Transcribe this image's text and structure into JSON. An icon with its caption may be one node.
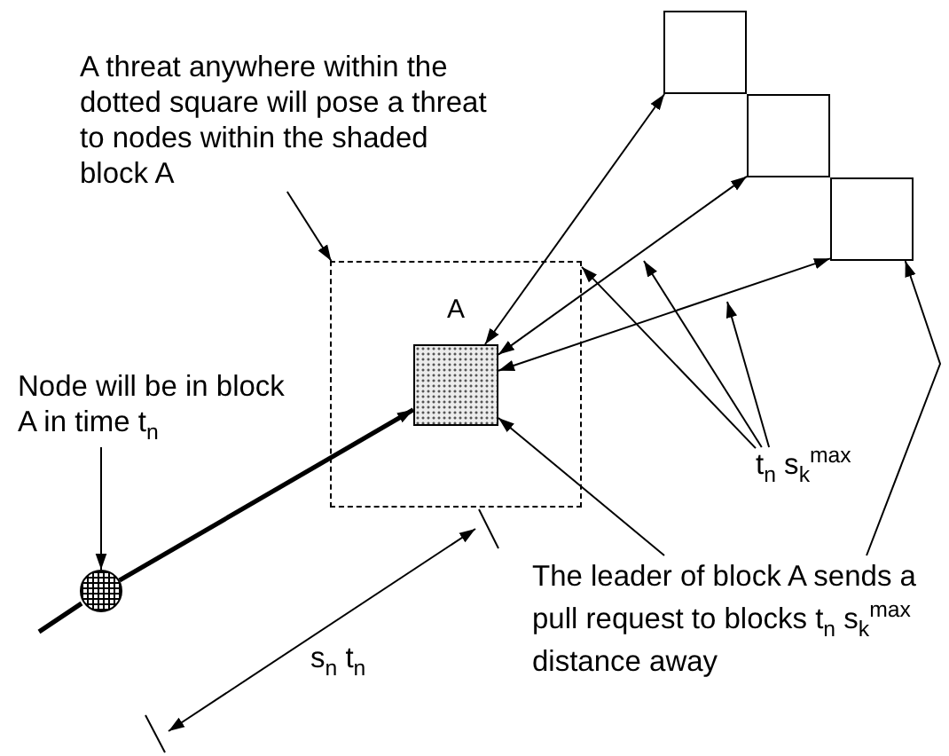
{
  "diagram": {
    "nodes": [
      {
        "text": [
          "A threat anywhere within the dotted square will pose a threat to nodes within the shaded block A"
        ]
      },
      {
        "text": [],
        "shape": "box"
      },
      {
        "text": [
          "A"
        ],
        "in": 1
      },
      {
        "text": [],
        "shape": "box"
      },
      {
        "text": [],
        "shape": "box"
      },
      {
        "text": [],
        "shape": "box"
      },
      {
        "text": [
          "t$_{n}$ s$_{k}$$^{max}$"
        ]
      },
      {
        "text": [
          "Node will be in block A in time t$_{n}$"
        ]
      },
      {
        "text": [],
        "shape": "circle"
      },
      {
        "text": [
          "The leader of block A sends a pull request to blocks t$_{n}$ s$_{k}$$^{max}$ distance away"
        ]
      }
    ],
    "edges": [
      {
        "from": 0,
        "to": 1,
        "arrow": "to"
      },
      {
        "from": 2,
        "to": 3,
        "arrow": "both"
      },
      {
        "from": 2,
        "to": 4,
        "arrow": "both"
      },
      {
        "from": 2,
        "to": 5,
        "arrow": "both"
      },
      {
        "from": 6,
        "to": 1,
        "arrow": "to"
      },
      {
        "from": 6,
        "to": null,
        "arrow": "to"
      },
      {
        "from": 6,
        "to": null,
        "arrow": "to"
      },
      {
        "from": 7,
        "to": 8,
        "arrow": "to"
      },
      {
        "from": 8,
        "to": 2,
        "arrow": "to",
        "style": "thick"
      },
      {
        "from": 9,
        "to": 2,
        "arrow": "to"
      },
      {
        "from": 9,
        "to": 5,
        "arrow": "to"
      }
    ],
    "labels": [
      "s$_{n}$ t$_{n}$"
    ]
  }
}
